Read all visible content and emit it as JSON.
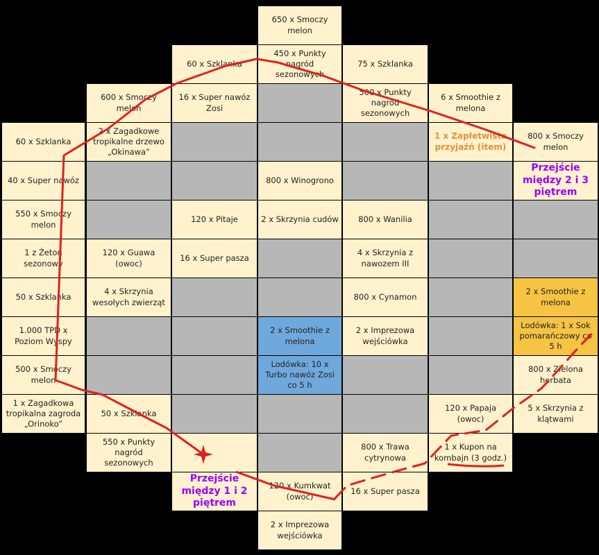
{
  "board": {
    "col0": [
      "60 x Szklanka",
      "40 x Super nawóz",
      "550 x Smoczy melon",
      "1 z Żeton sezonowy",
      "50 x Szklanka",
      "1.000 TPD x Poziom Wyspy",
      "500 x Smoczy melon",
      "1 x Zagadkowa tropikalna zagroda „Orinoko”"
    ],
    "col1": [
      "600 x Smoczy melon",
      "2 x Zagadkowe tropikalne drzewo „Okinawa”",
      "",
      "",
      "120 x Guawa (owoc)",
      "4 x Skrzynia wesołych zwierząt",
      "",
      "",
      "50 x Szklanka",
      "550 x Punkty nagród sezonowych"
    ],
    "col2": [
      "60 x Szklanka",
      "16 x Super nawóz Zosi",
      "",
      "",
      "120 x Pitaje",
      "16 x Super pasza",
      "",
      "",
      "",
      "",
      "",
      "Przejście między 1 i 2 piętrem"
    ],
    "col3": [
      "650 x Smoczy melon",
      "450 x Punkty nagród sezonowych",
      "",
      "",
      "800 x Winogrono",
      "2 x Skrzynia cudów",
      "",
      "",
      "2 x Smoothie z melona",
      "Lodówka: 10 x Turbo nawóz Zosi co 5 h",
      "",
      "",
      "120 x Kumkwat (owoc)",
      "2 x Imprezowa wejściówka"
    ],
    "col4": [
      "75 x Szklanka",
      "500 x Punkty nagród sezonowych",
      "",
      "",
      "800 x Wanilia",
      "4 x Skrzynia z nawozem III",
      "800 x Cynamon",
      "2 x Imprezowa wejściówka",
      "",
      "",
      "800 x Trawa cytrynowa",
      "16 x Super pasza"
    ],
    "col5": [
      "6 x Smoothie z melona",
      "1 x Zapłetwista przyjaźń (item)",
      "",
      "",
      "",
      "",
      "",
      "",
      "120 x Papaja (owoc)",
      "1 x Kupon na kombajn (3 godz.)"
    ],
    "col6": [
      "800 x Smoczy melon",
      "Przejście między 2 i 3 piętrem",
      "",
      "",
      "2 x Smoothie z melona",
      "Lodówka: 1 x Sok pomarańczowy co 5 h",
      "800 x Zielona herbata",
      "5 x Skrzynia z klątwami"
    ]
  },
  "colors": {
    "background": "#000000",
    "cream": "#fff2cc",
    "gray": "#b7b7b7",
    "blue": "#6fa8dc",
    "gold": "#f6c343",
    "orange_text": "#e69138",
    "purple_text": "#9900ff",
    "path_line": "#e02020"
  },
  "icons": {
    "start_marker": "red-star-icon"
  }
}
